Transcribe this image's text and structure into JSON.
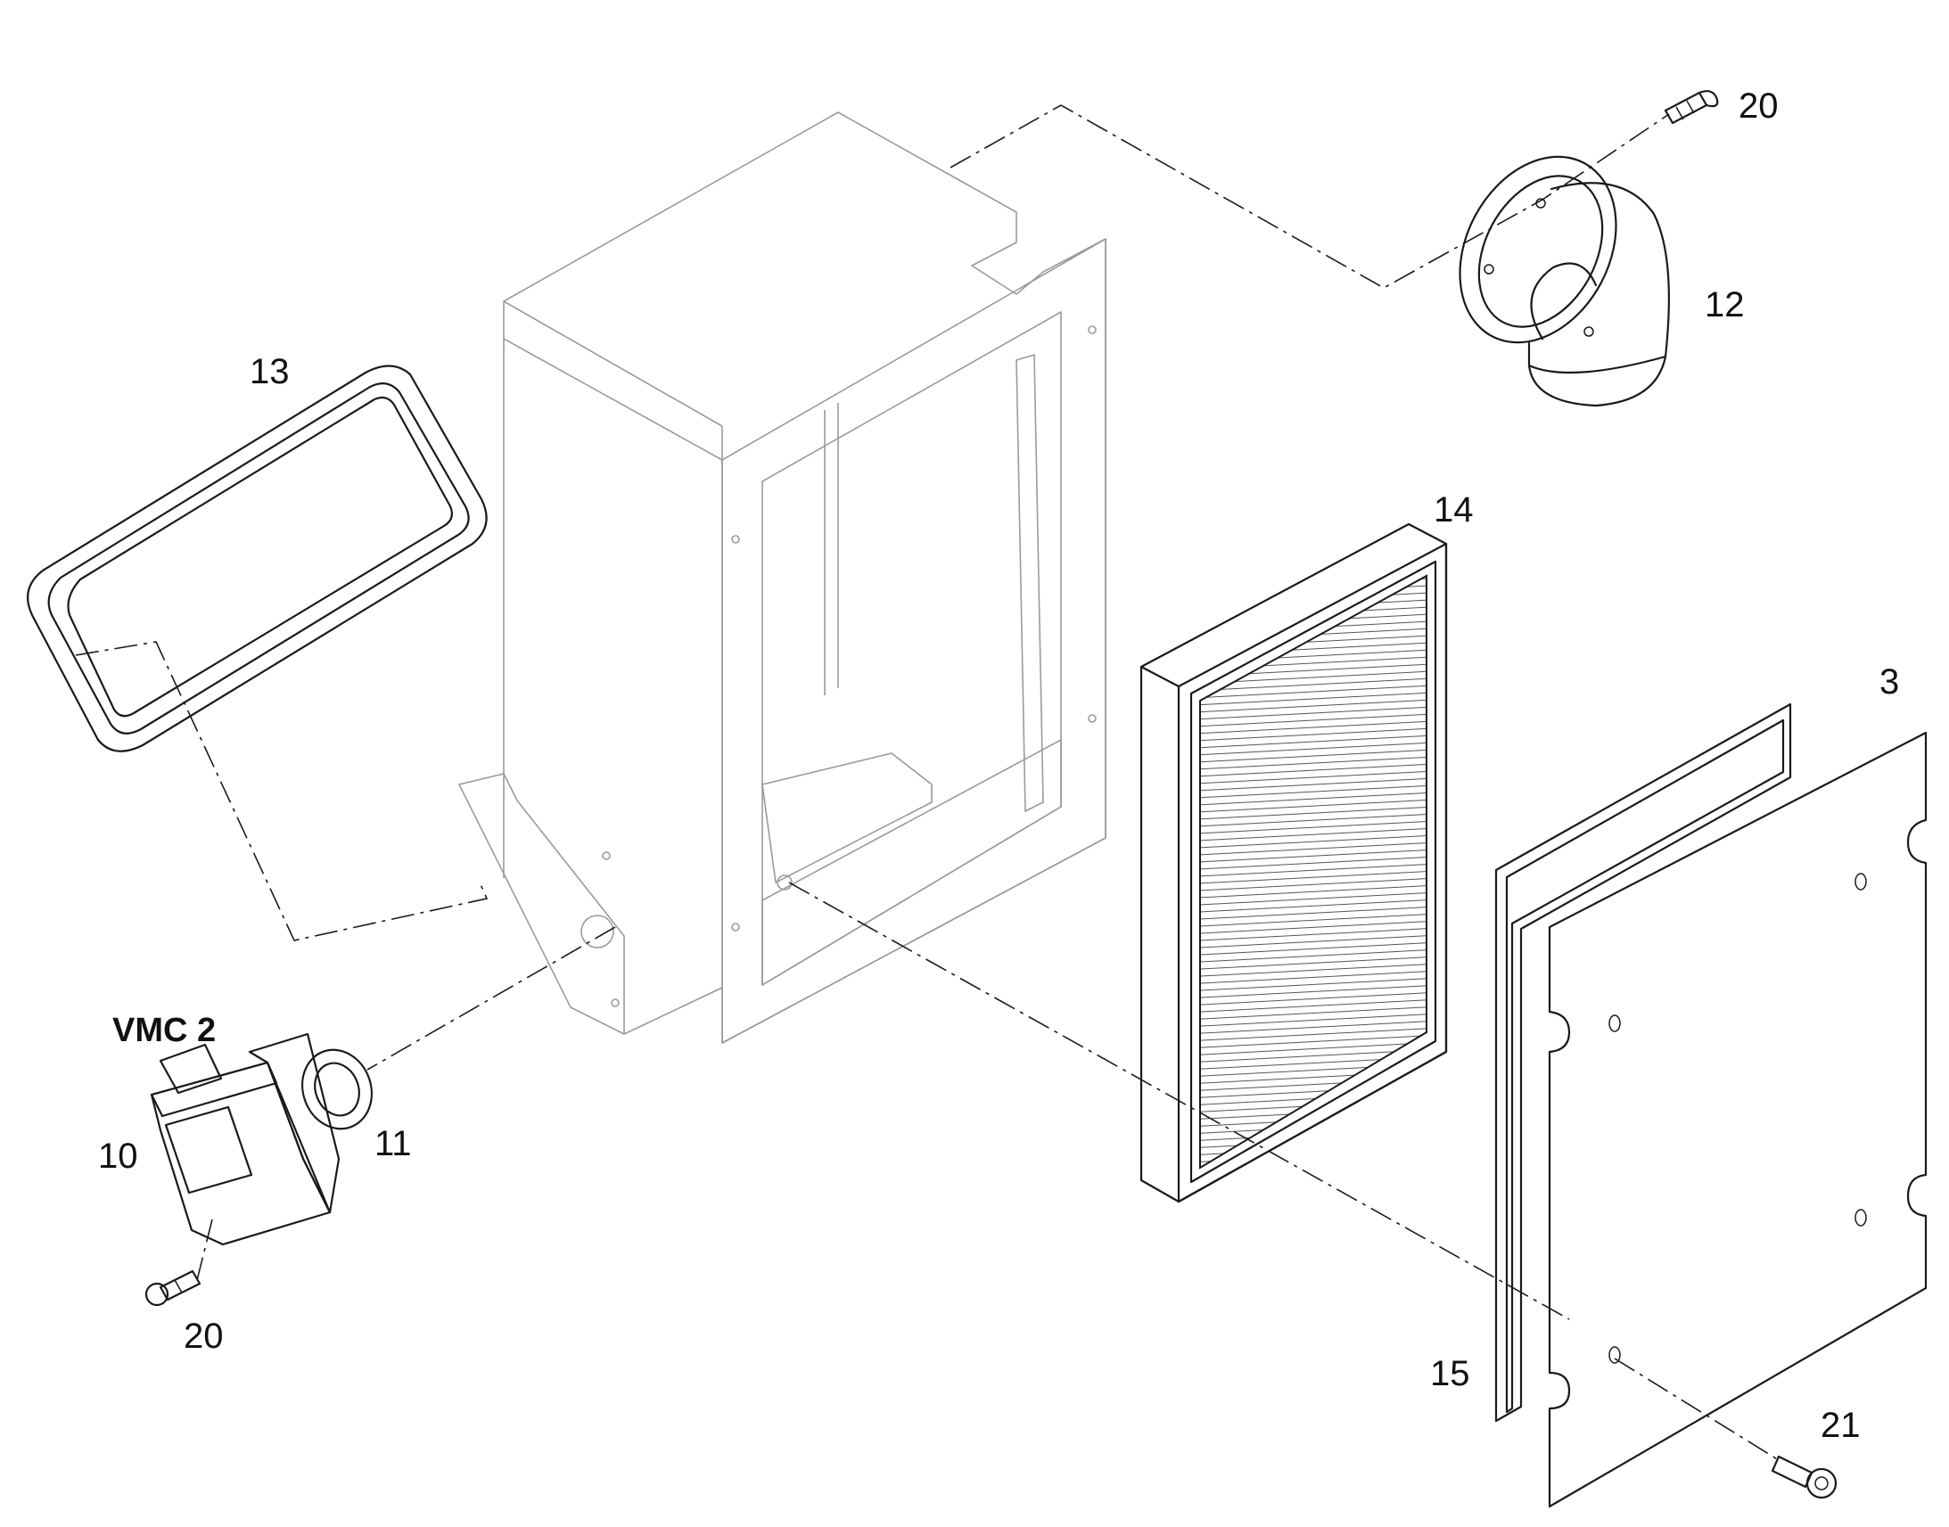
{
  "callouts": {
    "c20_top": "20",
    "c12": "12",
    "c13": "13",
    "c14": "14",
    "c3": "3",
    "vmc": "VMC 2",
    "c10": "10",
    "c11": "11",
    "c20_bottom": "20",
    "c15": "15",
    "c21": "21"
  }
}
